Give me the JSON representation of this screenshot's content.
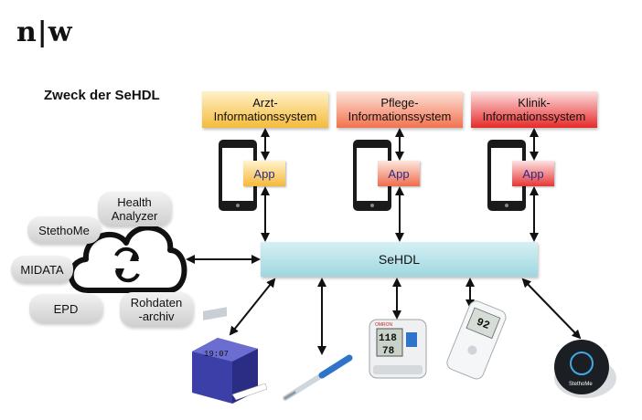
{
  "logo": {
    "text": "n|w"
  },
  "heading": "Zweck der SeHDL",
  "systems": [
    {
      "label": "Arzt-\nInformationssystem",
      "color": "#f5bb3a"
    },
    {
      "label": "Pflege-\nInformationssystem",
      "color": "#f2724f"
    },
    {
      "label": "Klinik-\nInformationssystem",
      "color": "#e72a2a"
    }
  ],
  "app_label": "App",
  "hub_label": "SeHDL",
  "cloud_sources": [
    {
      "label": "Health\nAnalyzer"
    },
    {
      "label": "StethoMe"
    },
    {
      "label": "MIDATA"
    },
    {
      "label": "EPD"
    },
    {
      "label": "Rohdaten\n-archiv"
    }
  ],
  "devices": {
    "monitor": {
      "display": "19:07"
    },
    "bp": {
      "brand": "OMRON",
      "sys": "118",
      "dia": "78"
    },
    "glucose": {
      "display": "92"
    },
    "stethome": {
      "brand": "StethoMe"
    }
  },
  "colors": {
    "hub": "#9fd7e0",
    "arrow": "#111111"
  }
}
